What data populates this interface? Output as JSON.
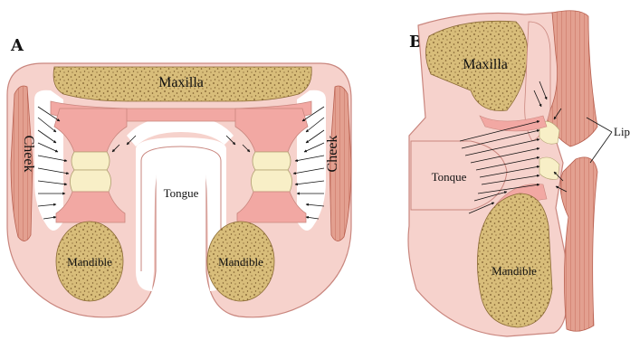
{
  "figure": {
    "panel_a": {
      "letter": "A",
      "labels": {
        "maxilla": "Maxilla",
        "cheek_left": "Cheek",
        "cheek_right": "Cheek",
        "tongue": "Tongue",
        "mandible_left": "Mandible",
        "mandible_right": "Mandible"
      }
    },
    "panel_b": {
      "letter": "B",
      "labels": {
        "maxilla": "Maxilla",
        "tongue": "Tonque",
        "mandible": "Mandible",
        "lip": "Lip"
      }
    }
  },
  "colors": {
    "soft_tissue": "#f6d2cc",
    "soft_tissue_stroke": "#c9867e",
    "gum": "#f2a8a3",
    "bone": "#d8bd7a",
    "bone_dots": "#7a5a2a",
    "tooth": "#f8efc7",
    "muscle": "#d98c7e",
    "arrow": "#111111"
  }
}
